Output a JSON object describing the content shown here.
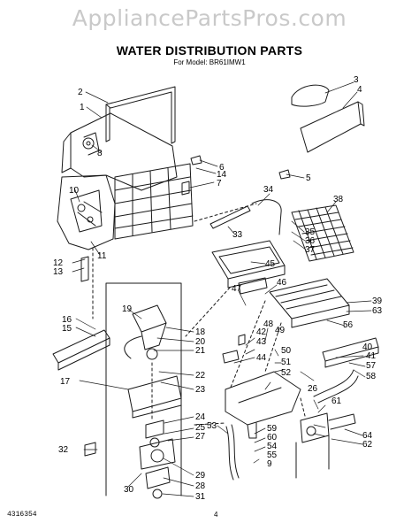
{
  "header": {
    "watermark": "AppliancePartsPros.com",
    "title": "WATER DISTRIBUTION PARTS",
    "subtitle": "For Model: BR61IMW1"
  },
  "footer": {
    "doc_number": "4316354",
    "page_number": "4"
  },
  "callouts": [
    "1",
    "2",
    "3",
    "4",
    "5",
    "6",
    "7",
    "8",
    "9",
    "10",
    "11",
    "12",
    "13",
    "14",
    "15",
    "16",
    "17",
    "18",
    "19",
    "20",
    "21",
    "22",
    "23",
    "24",
    "25",
    "26",
    "27",
    "28",
    "29",
    "30",
    "31",
    "32",
    "33",
    "34",
    "35",
    "36",
    "37",
    "38",
    "39",
    "40",
    "41",
    "42",
    "43",
    "44",
    "45",
    "46",
    "47",
    "48",
    "49",
    "50",
    "51",
    "52",
    "53",
    "54",
    "55",
    "56",
    "57",
    "58",
    "59",
    "60",
    "61",
    "62",
    "63",
    "64"
  ],
  "colors": {
    "line": "#1a1a1a",
    "watermark": "#c9c9c9",
    "background": "#ffffff"
  }
}
